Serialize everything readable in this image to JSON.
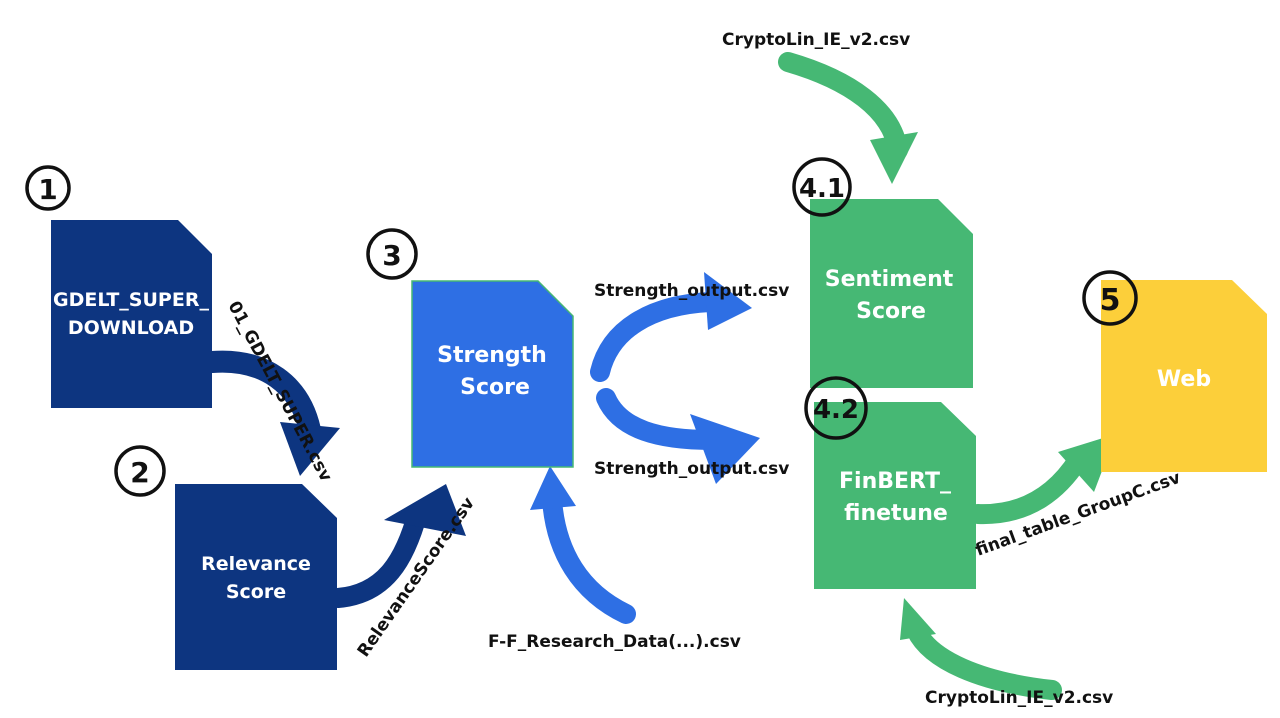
{
  "nodes": {
    "gdelt": {
      "line1": "GDELT_SUPER_",
      "line2": "DOWNLOAD",
      "color": "#0d3580"
    },
    "relevance": {
      "line1": "Relevance",
      "line2": "Score",
      "color": "#0d3580"
    },
    "strength": {
      "line1": "Strength",
      "line2": "Score",
      "color": "#2e6fe4"
    },
    "sentiment": {
      "line1": "Sentiment",
      "line2": "Score",
      "color": "#46b874"
    },
    "finbert": {
      "line1": "FinBERT_",
      "line2": "finetune",
      "color": "#46b874"
    },
    "web": {
      "line1": "Web",
      "color": "#fccf3a"
    }
  },
  "steps": {
    "s1": "1",
    "s2": "2",
    "s3": "3",
    "s41": "4.1",
    "s42": "4.2",
    "s5": "5"
  },
  "files": {
    "gdelt_csv": "01_GDELT_SUPER.csv",
    "relevance_csv": "RelevanceScore.csv",
    "ff_research": "F-F_Research_Data(...).csv",
    "strength_out_top": "Strength_output.csv",
    "strength_out_bottom": "Strength_output.csv",
    "crypto_top": "CryptoLin_IE_v2.csv",
    "crypto_bottom": "CryptoLin_IE_v2.csv",
    "final_table": "final_table_GroupC.csv"
  },
  "arrow_colors": {
    "dark_blue": "#0d3580",
    "blue": "#2e6fe4",
    "green": "#46b874"
  }
}
